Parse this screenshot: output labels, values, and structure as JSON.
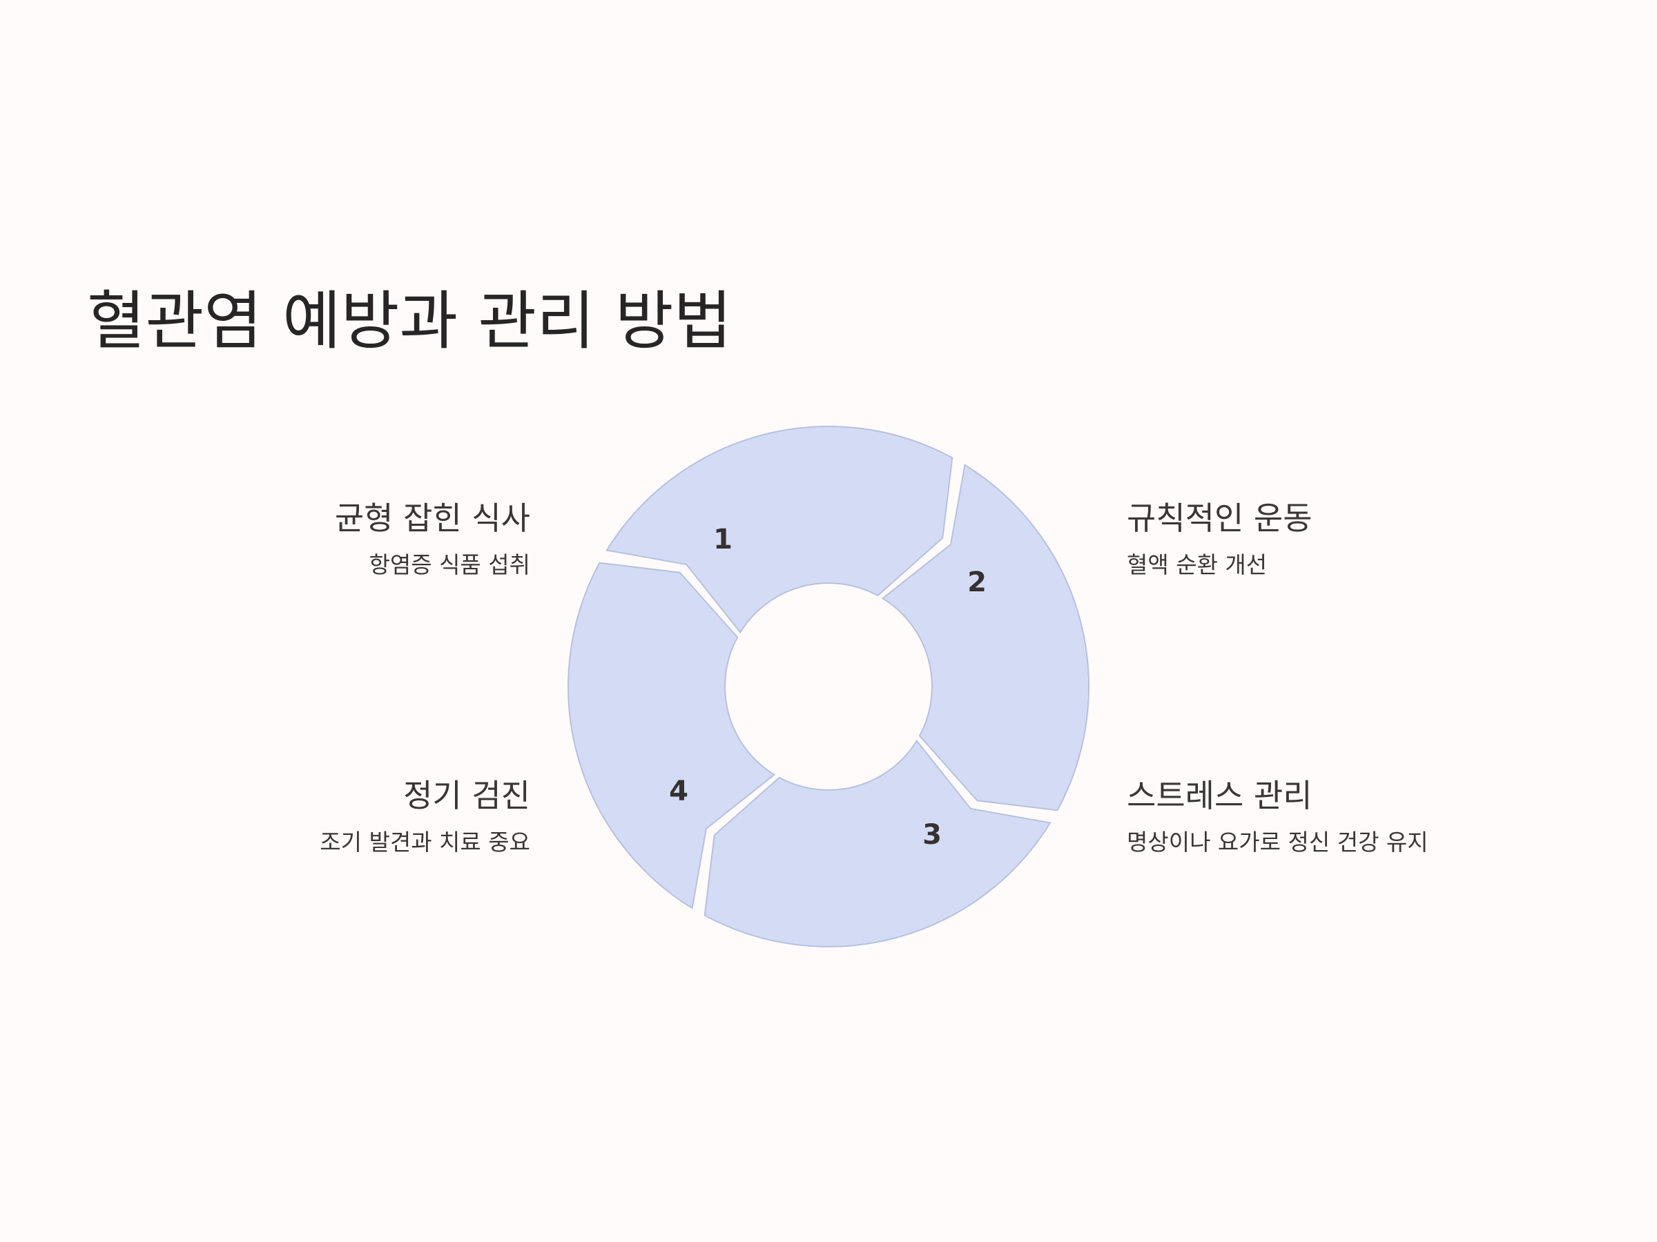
{
  "title": "혈관염 예방과 관리 방법",
  "colors": {
    "background": "#fefbfa",
    "segment_fill": "#d4dcf5",
    "segment_stroke": "#b7c0e0",
    "text": "#272525"
  },
  "steps": [
    {
      "number": "1",
      "heading": "균형 잡힌 식사",
      "description": "항염증 식품 섭취"
    },
    {
      "number": "2",
      "heading": "규칙적인 운동",
      "description": "혈액 순환 개선"
    },
    {
      "number": "3",
      "heading": "스트레스 관리",
      "description": "명상이나 요가로 정신 건강 유지"
    },
    {
      "number": "4",
      "heading": "정기 검진",
      "description": "조기 발견과 치료 중요"
    }
  ]
}
